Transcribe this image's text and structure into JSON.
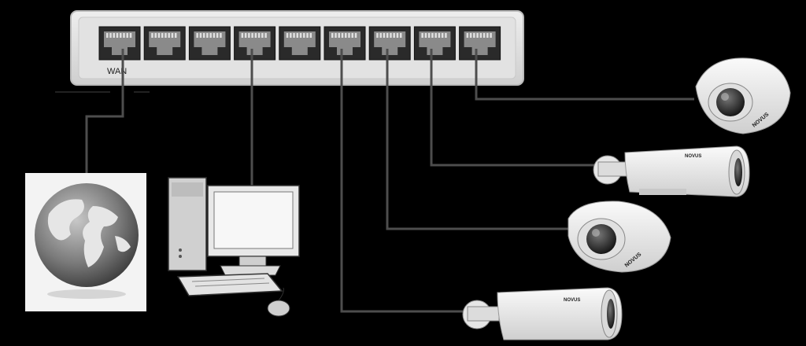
{
  "switch": {
    "wan_label": "WAN",
    "port_count": 9
  },
  "brand": {
    "camera_logo": "NOVUS"
  },
  "devices": [
    {
      "name": "internet-globe-icon",
      "connected_port": 1
    },
    {
      "name": "desktop-computer-icon",
      "connected_port": 4
    },
    {
      "name": "bullet-camera-icon",
      "connected_port": 6
    },
    {
      "name": "dome-camera-icon",
      "connected_port": 7
    },
    {
      "name": "bullet-camera-icon",
      "connected_port": 8
    },
    {
      "name": "dome-camera-icon",
      "connected_port": 9
    }
  ],
  "colors": {
    "background": "#000000",
    "switch_body": "#d9d9d9",
    "cable": "#4d4d4d"
  }
}
